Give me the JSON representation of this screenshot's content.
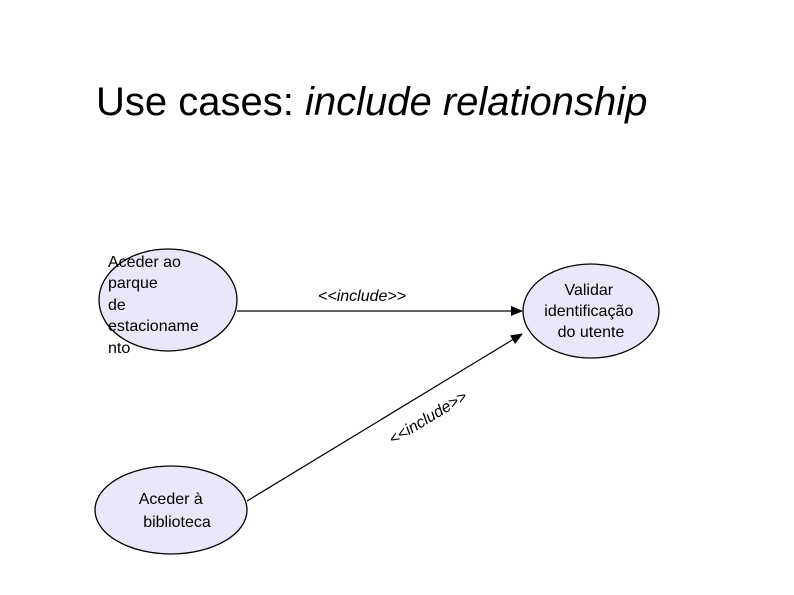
{
  "title": {
    "prefix": "Use cases: ",
    "emphasis": "include relationship"
  },
  "use_cases": {
    "parking": {
      "line1": " Aceder ao",
      "line2": "parque",
      "line3": "de",
      "line4": "estacioname",
      "line5": "nto"
    },
    "validate": {
      "line1": "Validar",
      "line2": "identificação",
      "line3": "do utente"
    },
    "library": {
      "line1": "Aceder à",
      "line2": "biblioteca"
    }
  },
  "relationships": {
    "top_label": "<<include>>",
    "diagonal_label": "<<include>>"
  },
  "colors": {
    "ellipse_fill": "#e8e8f8",
    "stroke": "#000000"
  }
}
